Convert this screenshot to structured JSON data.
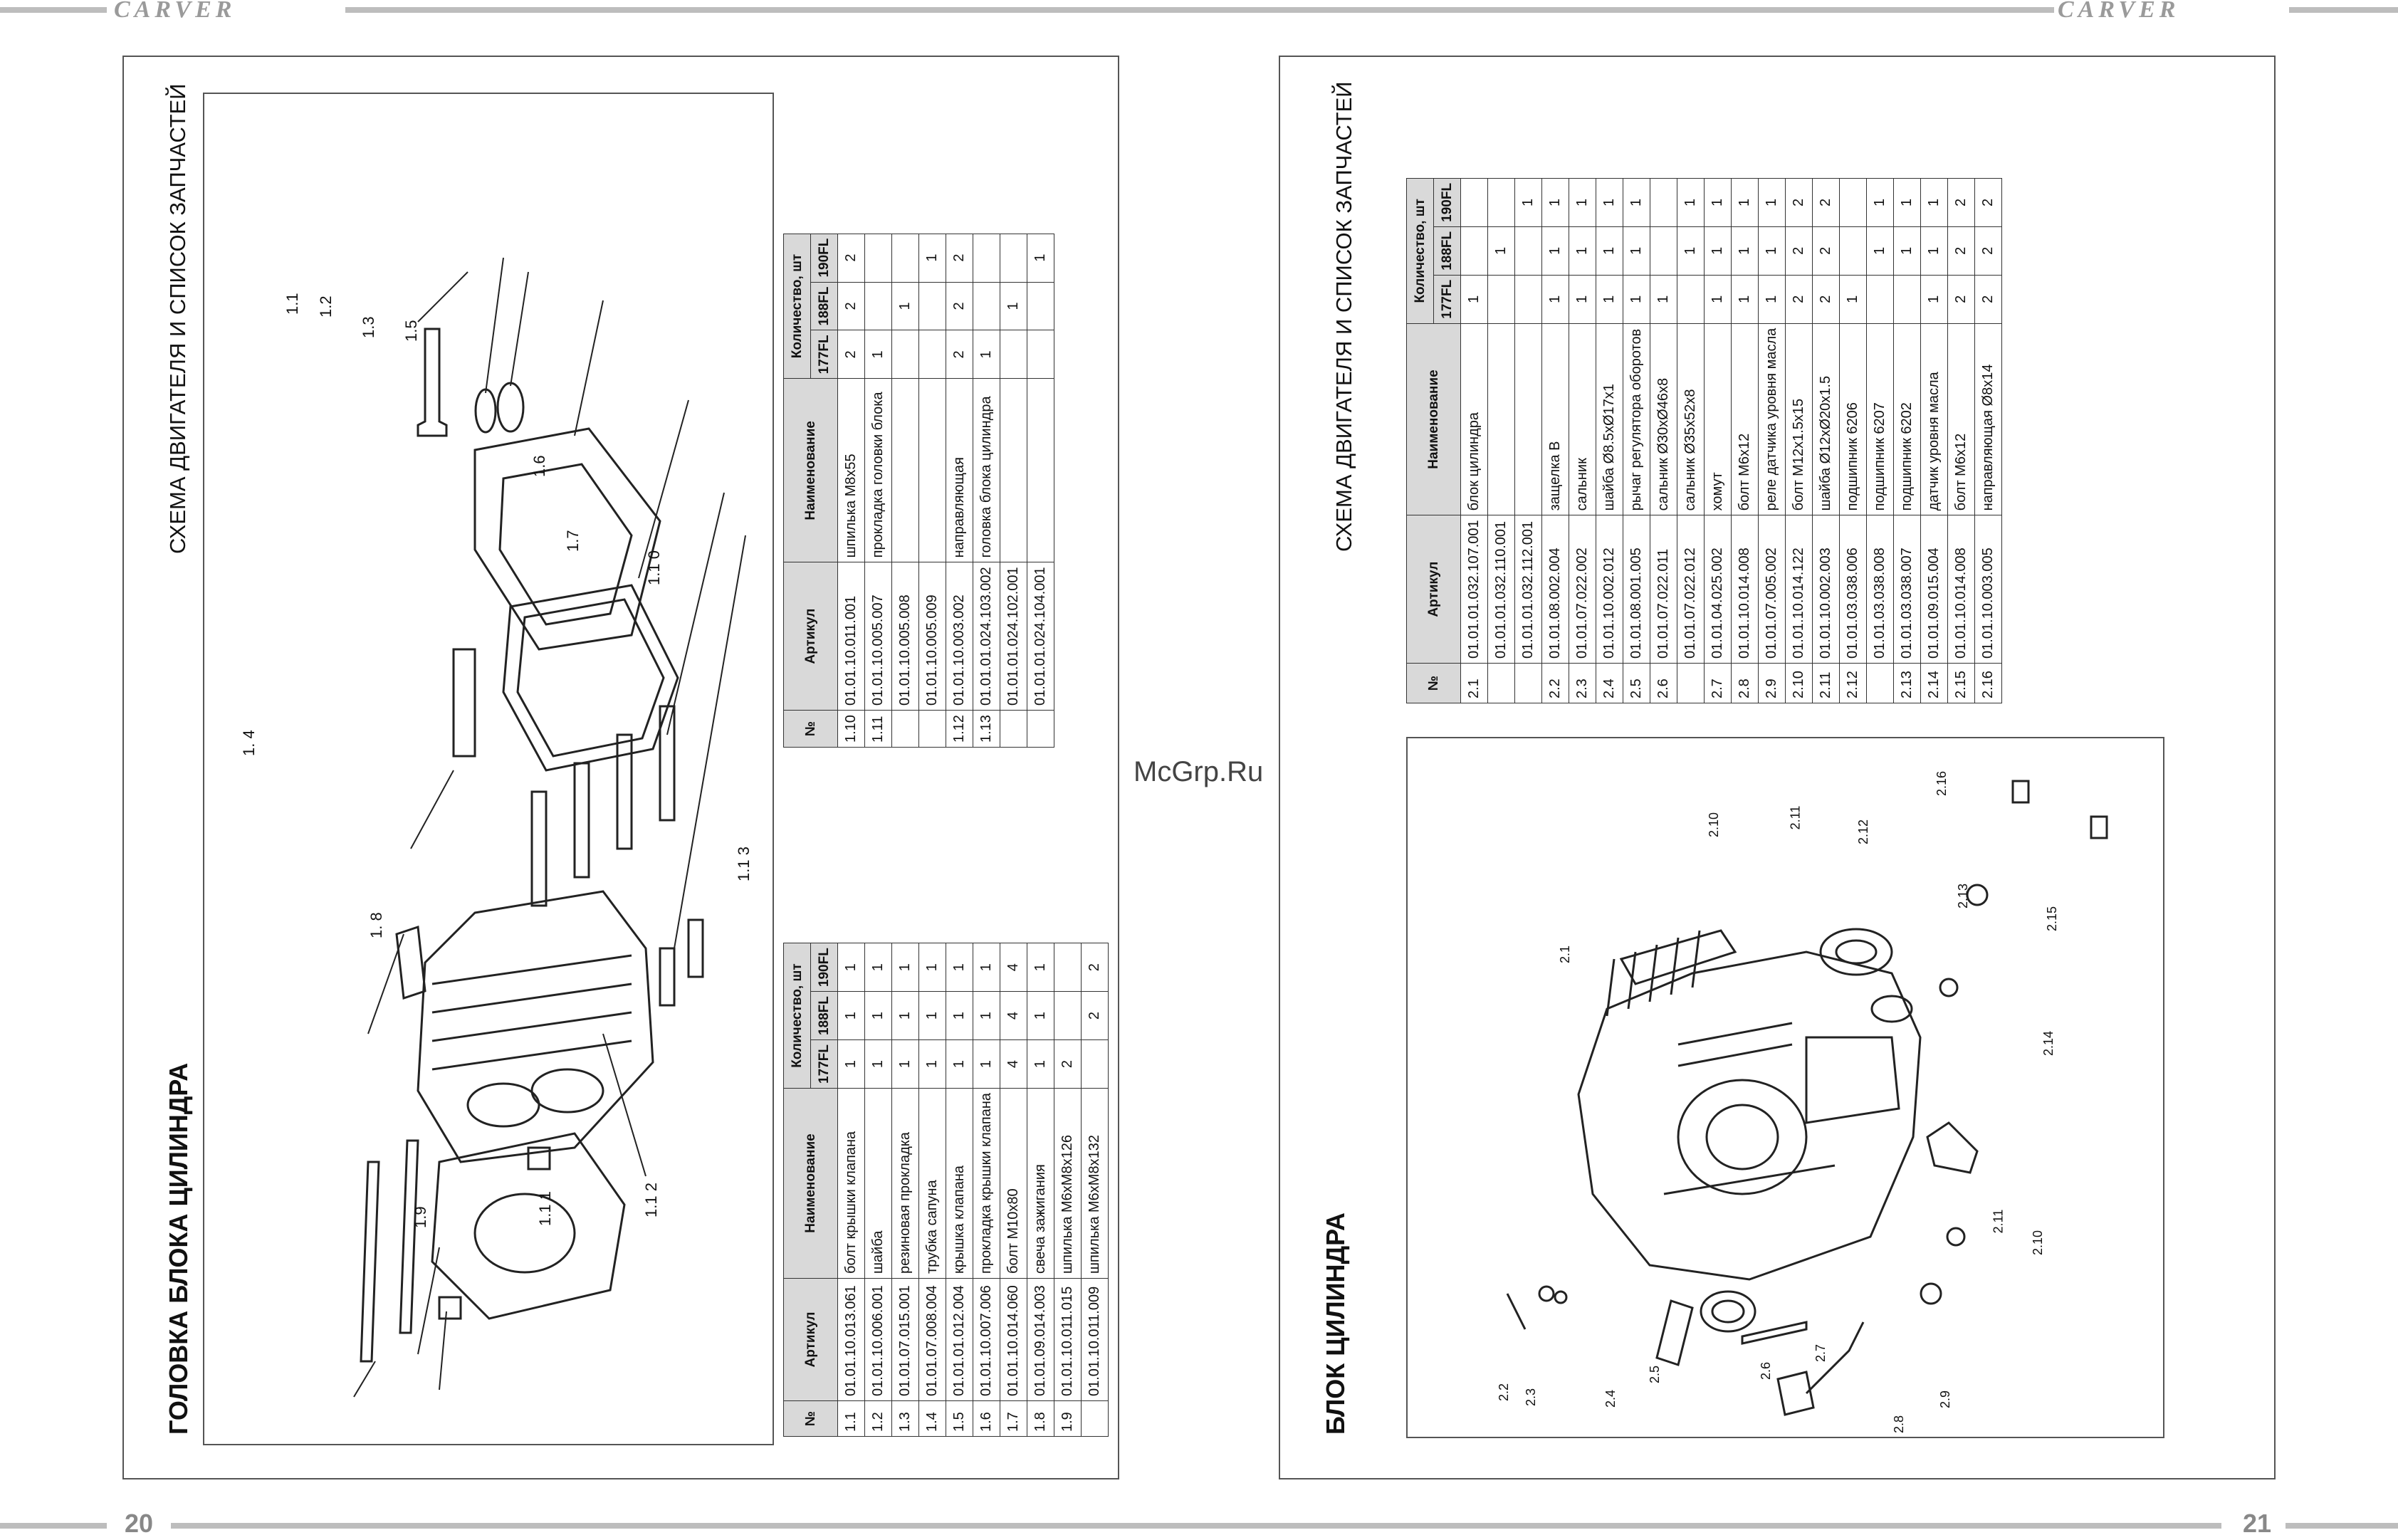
{
  "header": {
    "brand": "CARVER"
  },
  "watermark": "McGrp.Ru",
  "page_left": {
    "number": "20",
    "title": "ГОЛОВКА БЛОКА ЦИЛИНДРА",
    "subtitle": "СХЕМА ДВИГАТЕЛЯ И СПИСОК ЗАПЧАСТЕЙ",
    "headers": {
      "no": "№",
      "article": "Артикул",
      "name": "Наименование",
      "qty": "Количество, шт",
      "m1": "177FL",
      "m2": "188FL",
      "m3": "190FL"
    },
    "table1": [
      [
        "1.1",
        "01.01.10.013.061",
        "болт крышки клапана",
        "1",
        "1",
        "1"
      ],
      [
        "1.2",
        "01.01.10.006.001",
        "шайба",
        "1",
        "1",
        "1"
      ],
      [
        "1.3",
        "01.01.07.015.001",
        "резиновая прокладка",
        "1",
        "1",
        "1"
      ],
      [
        "1.4",
        "01.01.07.008.004",
        "трубка сапуна",
        "1",
        "1",
        "1"
      ],
      [
        "1.5",
        "01.01.01.012.004",
        "крышка клапана",
        "1",
        "1",
        "1"
      ],
      [
        "1.6",
        "01.01.10.007.006",
        "прокладка крышки клапана",
        "1",
        "1",
        "1"
      ],
      [
        "1.7",
        "01.01.10.014.060",
        "болт М10х80",
        "4",
        "4",
        "4"
      ],
      [
        "1.8",
        "01.01.09.014.003",
        "свеча зажигания",
        "1",
        "1",
        "1"
      ],
      [
        "1.9",
        "01.01.10.011.015",
        "шпилька М6хМ8х126",
        "2",
        "",
        ""
      ],
      [
        "",
        "01.01.10.011.009",
        "шпилька М6хМ8х132",
        "",
        "2",
        "2"
      ]
    ],
    "table2": [
      [
        "1.10",
        "01.01.10.011.001",
        "шпилька М8х55",
        "2",
        "2",
        "2"
      ],
      [
        "1.11",
        "01.01.10.005.007",
        "прокладка головки блока",
        "1",
        "",
        ""
      ],
      [
        "",
        "01.01.10.005.008",
        "",
        "",
        "1",
        ""
      ],
      [
        "",
        "01.01.10.005.009",
        "",
        "",
        "",
        "1"
      ],
      [
        "1.12",
        "01.01.10.003.002",
        "направляющая",
        "2",
        "2",
        "2"
      ],
      [
        "1.13",
        "01.01.01.024.103.002",
        "головка блока цилиндра",
        "1",
        "",
        ""
      ],
      [
        "",
        "01.01.01.024.102.001",
        "",
        "",
        "1",
        ""
      ],
      [
        "",
        "01.01.01.024.104.001",
        "",
        "",
        "",
        "1"
      ]
    ],
    "callouts": [
      "1.1",
      "1.2",
      "1.3",
      "1.5",
      "1.6",
      "1.7",
      "1.1 0",
      "1. 4",
      "1. 8",
      "1.1 3",
      "1.9",
      "1.1 1",
      "1.1 2"
    ]
  },
  "page_right": {
    "number": "21",
    "title": "БЛОК ЦИЛИНДРА",
    "subtitle": "СХЕМА ДВИГАТЕЛЯ И СПИСОК ЗАПЧАСТЕЙ",
    "table": [
      [
        "2.1",
        "01.01.01.032.107.001",
        "блок цилиндра",
        "1",
        "",
        ""
      ],
      [
        "",
        "01.01.01.032.110.001",
        "",
        "",
        "1",
        ""
      ],
      [
        "",
        "01.01.01.032.112.001",
        "",
        "",
        "",
        "1"
      ],
      [
        "2.2",
        "01.01.08.002.004",
        "защелка В",
        "1",
        "1",
        "1"
      ],
      [
        "2.3",
        "01.01.07.022.002",
        "сальник",
        "1",
        "1",
        "1"
      ],
      [
        "2.4",
        "01.01.10.002.012",
        "шайба Ø8.5хØ17х1",
        "1",
        "1",
        "1"
      ],
      [
        "2.5",
        "01.01.08.001.005",
        "рычаг регулятора оборотов",
        "1",
        "1",
        "1"
      ],
      [
        "2.6",
        "01.01.07.022.011",
        "сальник Ø30хØ46х8",
        "1",
        "",
        ""
      ],
      [
        "",
        "01.01.07.022.012",
        "сальник Ø35х52х8",
        "",
        "1",
        "1"
      ],
      [
        "2.7",
        "01.01.04.025.002",
        "хомут",
        "1",
        "1",
        "1"
      ],
      [
        "2.8",
        "01.01.10.014.008",
        "болт М6х12",
        "1",
        "1",
        "1"
      ],
      [
        "2.9",
        "01.01.07.005.002",
        "реле датчика уровня масла",
        "1",
        "1",
        "1"
      ],
      [
        "2.10",
        "01.01.10.014.122",
        "болт М12х1.5х15",
        "2",
        "2",
        "2"
      ],
      [
        "2.11",
        "01.01.10.002.003",
        "шайба Ø12хØ20х1.5",
        "2",
        "2",
        "2"
      ],
      [
        "2.12",
        "01.01.03.038.006",
        "подшипник 6206",
        "1",
        "",
        ""
      ],
      [
        "",
        "01.01.03.038.008",
        "подшипник 6207",
        "",
        "1",
        "1"
      ],
      [
        "2.13",
        "01.01.03.038.007",
        "подшипник 6202",
        "",
        "1",
        "1"
      ],
      [
        "2.14",
        "01.01.09.015.004",
        "датчик уровня масла",
        "1",
        "1",
        "1"
      ],
      [
        "2.15",
        "01.01.10.014.008",
        "болт М6х12",
        "2",
        "2",
        "2"
      ],
      [
        "2.16",
        "01.01.10.003.005",
        "направляющая Ø8х14",
        "2",
        "2",
        "2"
      ]
    ],
    "callouts": [
      "2.1",
      "2.2",
      "2.3",
      "2.4",
      "2.5",
      "2.6",
      "2.7",
      "2.8",
      "2.9",
      "2.10",
      "2.11",
      "2.12",
      "2.13",
      "2.14",
      "2.15",
      "2.16",
      "2.10",
      "2.11"
    ]
  }
}
